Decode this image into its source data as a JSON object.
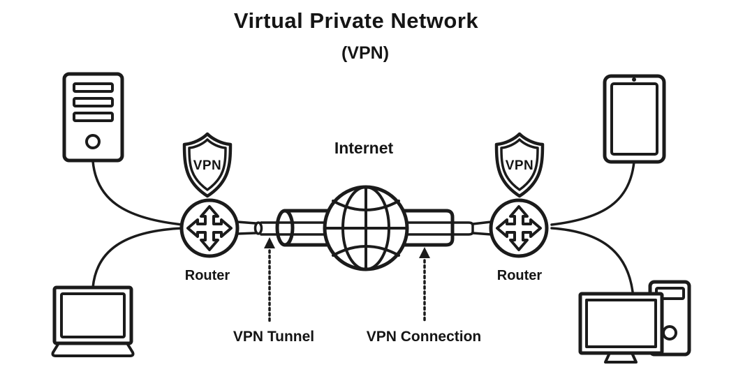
{
  "header": {
    "title": "Virtual Private Network",
    "subtitle": "(VPN)"
  },
  "labels": {
    "internet": "Internet",
    "router_left": "Router",
    "router_right": "Router",
    "shield_left": "VPN",
    "shield_right": "VPN",
    "vpn_tunnel": "VPN Tunnel",
    "vpn_connection": "VPN Connection"
  },
  "colors": {
    "line": "#1b1b1b",
    "background": "#ffffff"
  },
  "nodes": [
    {
      "id": "desktop-tower-left",
      "icon": "server-tower-icon",
      "position": "top-left"
    },
    {
      "id": "laptop-left",
      "icon": "laptop-icon",
      "position": "bottom-left"
    },
    {
      "id": "vpn-shield-left",
      "icon": "vpn-shield-icon",
      "label": "VPN"
    },
    {
      "id": "router-left",
      "icon": "router-icon",
      "label": "Router"
    },
    {
      "id": "internet",
      "icon": "globe-icon",
      "label": "Internet"
    },
    {
      "id": "router-right",
      "icon": "router-icon",
      "label": "Router"
    },
    {
      "id": "vpn-shield-right",
      "icon": "vpn-shield-icon",
      "label": "VPN"
    },
    {
      "id": "tablet-right",
      "icon": "tablet-icon",
      "position": "top-right"
    },
    {
      "id": "desktop-right",
      "icon": "desktop-computer-icon",
      "position": "bottom-right"
    }
  ],
  "annotations": [
    {
      "label": "VPN Tunnel",
      "points_to": "tunnel-left-end"
    },
    {
      "label": "VPN Connection",
      "points_to": "tunnel-right-section"
    }
  ]
}
